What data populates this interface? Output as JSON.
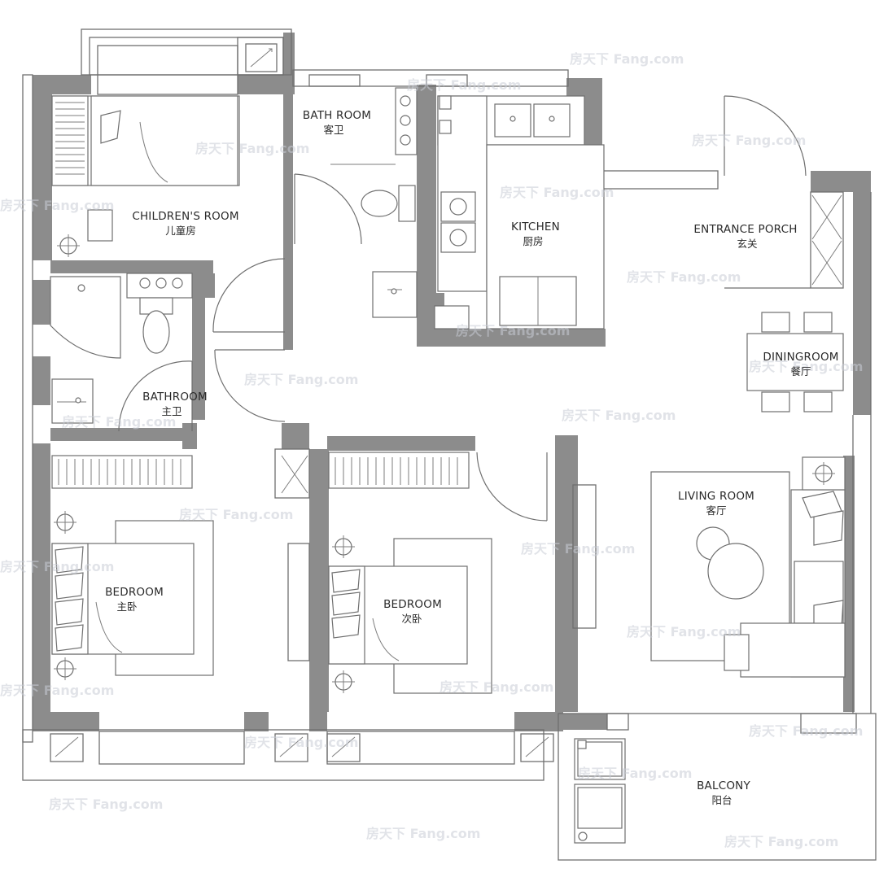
{
  "rooms": {
    "childrens_room": {
      "en": "CHILDREN'S ROOM",
      "zh": "儿童房"
    },
    "guest_bath": {
      "en": "BATH ROOM",
      "zh": "客卫"
    },
    "kitchen": {
      "en": "KITCHEN",
      "zh": "厨房"
    },
    "entrance": {
      "en": "ENTRANCE PORCH",
      "zh": "玄关"
    },
    "dining": {
      "en": "DININGROOM",
      "zh": "餐厅"
    },
    "master_bath": {
      "en": "BATHROOM",
      "zh": "主卫"
    },
    "living": {
      "en": "LIVING ROOM",
      "zh": "客厅"
    },
    "master_bedroom": {
      "en": "BEDROOM",
      "zh": "主卧"
    },
    "second_bedroom": {
      "en": "BEDROOM",
      "zh": "次卧"
    },
    "balcony": {
      "en": "BALCONY",
      "zh": "阳台"
    }
  },
  "watermark": {
    "text": "房天下 Fang.com"
  },
  "colors": {
    "wall": "#8c8c8c",
    "line": "#6f6f6f",
    "background": "#ffffff"
  },
  "icons": [
    "bed-icon",
    "toilet-icon",
    "sink-icon",
    "stove-icon",
    "lamp-icon",
    "sofa-icon",
    "table-icon",
    "door-swing-icon"
  ]
}
